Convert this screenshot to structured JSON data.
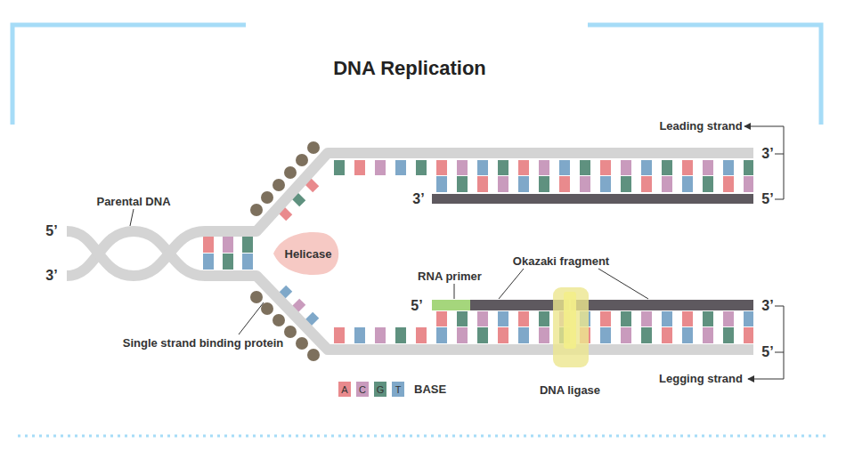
{
  "diagram": {
    "title": "DNA Replication",
    "nodes": [
      {
        "text": [
          "Helicase"
        ]
      }
    ],
    "labels": [
      "Leading strand",
      "3’",
      "Parental DNA",
      "3’",
      "5’",
      "5’",
      "3’",
      "RNA primer",
      "Okazaki fragment",
      "5’",
      "3’",
      "Single strand binding protein",
      "5’",
      "BASE",
      "DNA ligase",
      "Legging strand"
    ],
    "legend": [
      {
        "text": "A",
        "color": "#e98a8d"
      },
      {
        "text": "C",
        "color": "#c99bbd"
      },
      {
        "text": "G",
        "color": "#5f917f"
      },
      {
        "text": "T",
        "color": "#7fa8c9"
      }
    ]
  }
}
